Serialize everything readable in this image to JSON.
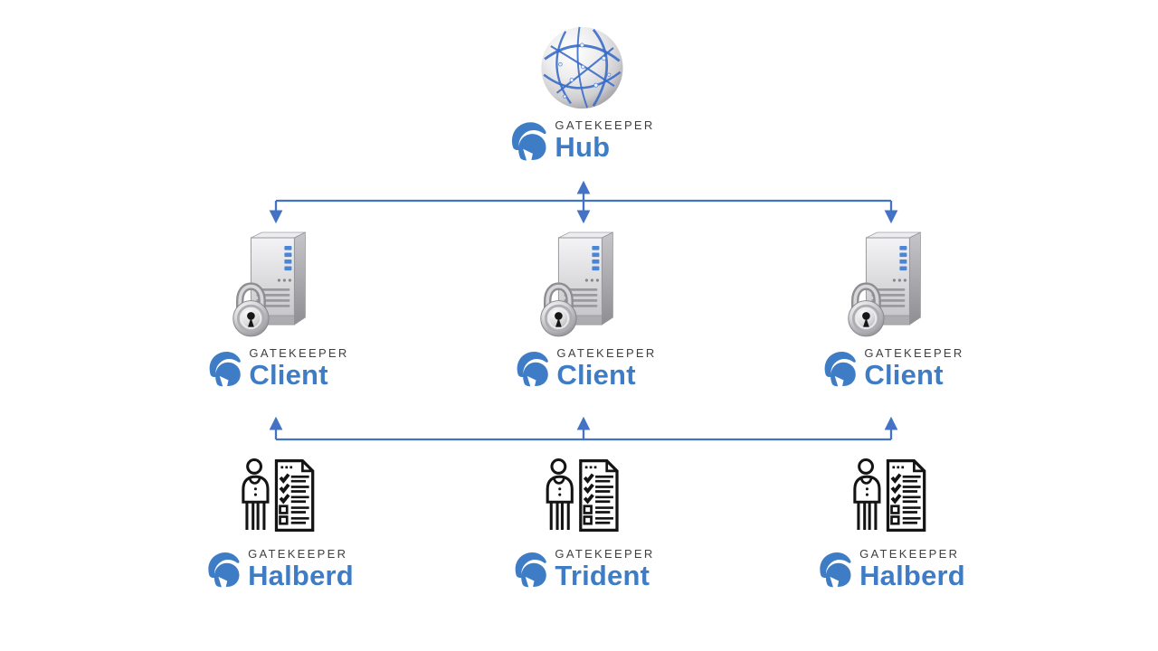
{
  "colors": {
    "brand_blue": "#3E7DC6",
    "brand_dark": "#3E3F41",
    "connector_blue": "#4472C4",
    "background": "#FFFFFF"
  },
  "hub": {
    "brand": "GATEKEEPER",
    "product": "Hub",
    "icon": "globe-network"
  },
  "clients": [
    {
      "brand": "GATEKEEPER",
      "product": "Client",
      "icon": "locked-server"
    },
    {
      "brand": "GATEKEEPER",
      "product": "Client",
      "icon": "locked-server"
    },
    {
      "brand": "GATEKEEPER",
      "product": "Client",
      "icon": "locked-server"
    }
  ],
  "endpoints": [
    {
      "brand": "GATEKEEPER",
      "product": "Halberd",
      "icon": "user-checklist"
    },
    {
      "brand": "GATEKEEPER",
      "product": "Trident",
      "icon": "user-checklist"
    },
    {
      "brand": "GATEKEEPER",
      "product": "Halberd",
      "icon": "user-checklist"
    }
  ],
  "connections": {
    "hub_to_clients": "bidirectional-arrows",
    "endpoints_to_clients": "arrows-pointing-up"
  }
}
